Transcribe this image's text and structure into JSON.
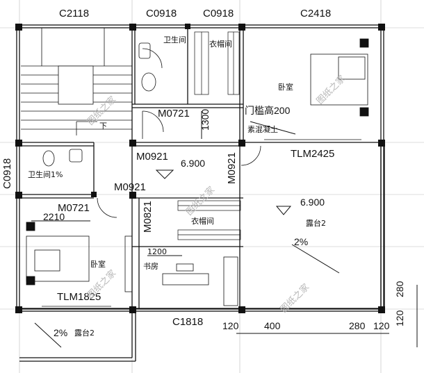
{
  "labels": {
    "window_c2118": "C2118",
    "window_c0918_a": "C0918",
    "window_c0918_b": "C0918",
    "window_c2418": "C2418",
    "window_c0918_left": "C0918",
    "window_c1818": "C1818",
    "door_m0721_top": "M0721",
    "door_m0921_a": "M0921",
    "door_m0921_b": "M0921",
    "door_m0921_c": "M0921",
    "door_m0721_left": "M0721",
    "door_m0821": "M0821",
    "door_tlm2425": "TLM2425",
    "door_tlm1825": "TLM1825"
  },
  "rooms": {
    "bathroom_top": "卫生间",
    "wardrobe_top": "衣帽间",
    "bedroom_right": "卧室",
    "bathroom_left": "卫生间1%",
    "wardrobe_mid": "衣帽间",
    "terrace_right": "露台2",
    "bedroom_left": "卧室",
    "study": "书房",
    "terrace_bottom": "露台2",
    "stair_down": "下"
  },
  "annotations": {
    "threshold": "门槛高200",
    "concrete": "素混凝土",
    "elev_center": "6.900",
    "elev_right": "6.900",
    "slope_right": "2%",
    "slope_bottom": "2%",
    "dim_1300": "1300",
    "dim_2210": "2210",
    "dim_1200": "1200",
    "dim_120_a": "120",
    "dim_400": "400",
    "dim_280_a": "280",
    "dim_120_b": "120",
    "dim_280_b": "280",
    "dim_120_c": "120"
  },
  "watermark": "图纸之家"
}
